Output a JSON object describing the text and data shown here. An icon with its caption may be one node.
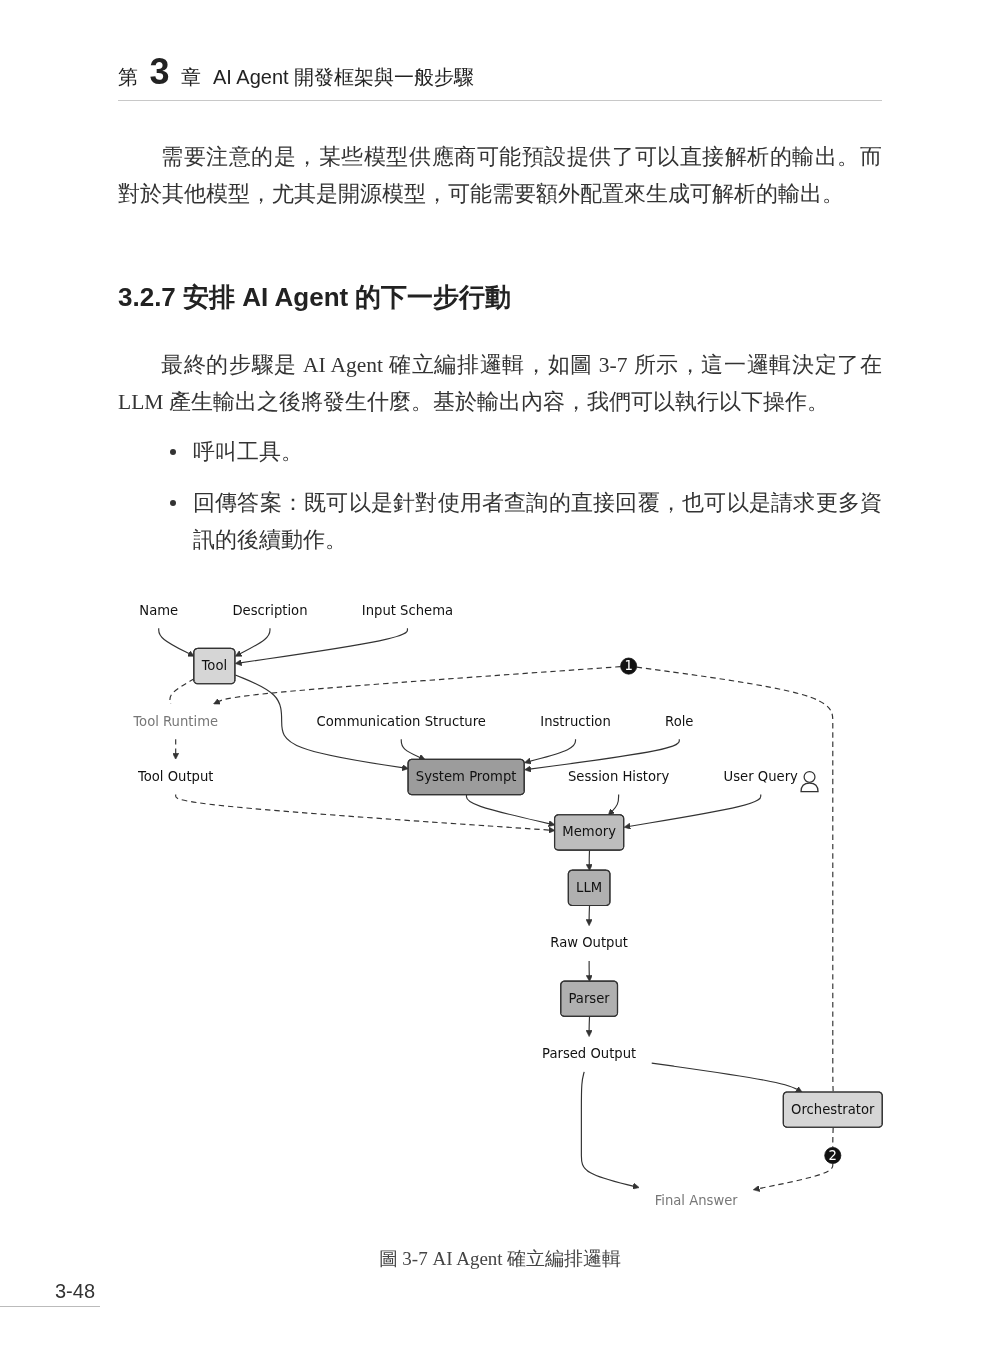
{
  "diagram": {
    "caption": "圖 3-7 AI Agent 確立編排邏輯",
    "nodes": [
      {
        "text": [
          "Name"
        ]
      },
      {
        "text": [
          "Description"
        ]
      },
      {
        "text": [
          "Input Schema"
        ]
      },
      {
        "text": [
          "Tool"
        ]
      },
      {
        "text": [
          "System Prompt"
        ]
      },
      {
        "text": [
          "Communication Structure"
        ]
      },
      {
        "text": [
          "Instruction"
        ]
      },
      {
        "text": [
          "Role"
        ]
      },
      {
        "text": [
          "Tool Runtime"
        ]
      },
      {
        "text": [
          "Tool Output"
        ]
      },
      {
        "text": [
          "Memory"
        ]
      },
      {
        "text": [
          "Session History"
        ]
      },
      {
        "text": [
          "User Query"
        ]
      },
      {
        "text": [
          "LLM"
        ]
      },
      {
        "text": [
          "Raw Output"
        ]
      },
      {
        "text": [
          "Parser"
        ]
      },
      {
        "text": [
          "Parsed Output"
        ]
      },
      {
        "text": [
          "Orchestrator"
        ]
      },
      {
        "text": [
          "Final Answer"
        ]
      },
      {
        "text": [
          "1"
        ]
      },
      {
        "text": [
          "2"
        ]
      }
    ],
    "edges": [
      {
        "from": 0,
        "to": 3,
        "arrow": "to"
      },
      {
        "from": 1,
        "to": 3,
        "arrow": "to"
      },
      {
        "from": 2,
        "to": 3,
        "arrow": "to"
      },
      {
        "from": 3,
        "to": 4,
        "arrow": "to"
      },
      {
        "from": 5,
        "to": 4,
        "arrow": "to"
      },
      {
        "from": 6,
        "to": 4,
        "arrow": "to"
      },
      {
        "from": 7,
        "to": 4,
        "arrow": "to"
      },
      {
        "from": 3,
        "to": 8,
        "arrow": "none",
        "style": "dashed"
      },
      {
        "from": 8,
        "to": 9,
        "arrow": "to",
        "style": "dashed"
      },
      {
        "from": 9,
        "to": 10,
        "arrow": "to",
        "style": "dashed"
      },
      {
        "from": 4,
        "to": 10,
        "arrow": "to"
      },
      {
        "from": 11,
        "to": 10,
        "arrow": "to"
      },
      {
        "from": 12,
        "to": 10,
        "arrow": "to"
      },
      {
        "from": 10,
        "to": 13,
        "arrow": "to"
      },
      {
        "from": 13,
        "to": 14,
        "arrow": "to"
      },
      {
        "from": 14,
        "to": 15,
        "arrow": "to"
      },
      {
        "from": 15,
        "to": 16,
        "arrow": "to"
      },
      {
        "from": 16,
        "to": 17,
        "arrow": "to"
      },
      {
        "from": 16,
        "to": 18,
        "arrow": "to"
      },
      {
        "from": 19,
        "to": 17,
        "arrow": "none",
        "style": "dashed"
      },
      {
        "from": 19,
        "to": 8,
        "arrow": "to",
        "style": "dashed"
      },
      {
        "from": 17,
        "to": 20,
        "arrow": "none",
        "style": "dashed"
      },
      {
        "from": 20,
        "to": 18,
        "arrow": "to",
        "style": "dashed"
      }
    ],
    "labels": [
      "第 **3** 章",
      "AI Agent 開發框架與一般步驟",
      "需要注意的是，某些模型供應商可能預設提供了可以直接解析的輸出。而對於其他模型，尤其是開源模型，可能需要額外配置來生成可解析的輸出。",
      "3.2.7 安排 AI Agent 的下一步行動",
      "最終的步驟是 AI Agent 確立編排邏輯，如圖 3-7 所示，這一邏輯決定了在 LLM 產生輸出之後將發生什麼。基於輸出內容，我們可以執行以下操作。",
      "呼叫工具。",
      "回傳答案：既可以是針對使用者查詢的直接回覆，也可以是請求更多資訊的後續動作。",
      "3-48"
    ]
  }
}
